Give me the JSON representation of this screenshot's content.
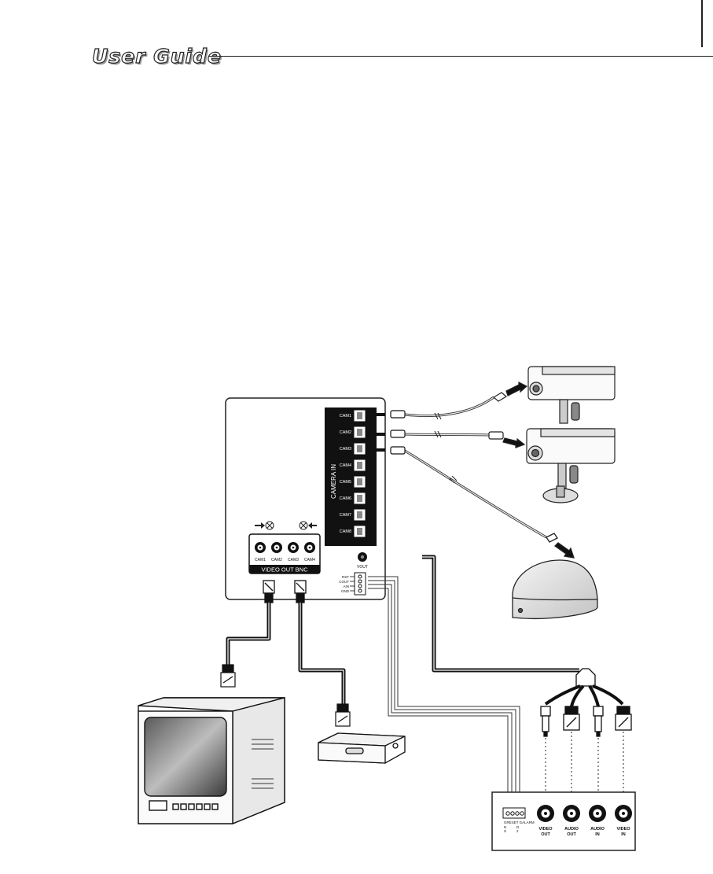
{
  "header": {
    "title": "User Guide"
  },
  "dvr_panel": {
    "cam_ports": [
      "CAM1",
      "CAM2",
      "CAM3",
      "CAM4",
      "CAM5",
      "CAM6",
      "CAM7",
      "CAM8"
    ],
    "camera_in_label": "CAMERA IN",
    "bnc_labels": [
      "CAM1",
      "CAM2",
      "CAM3",
      "CAM4"
    ],
    "video_out_bnc_label": "VIDEO OUT BNC",
    "vout_label": "VOUT",
    "terminal_labels": [
      "RST",
      "COUT",
      "AIN",
      "GND"
    ]
  },
  "vcr_panel": {
    "terminal_header": "GRESET GALARM",
    "terminal_sub": [
      "N",
      "S",
      "D",
      "2"
    ],
    "jacks": [
      {
        "line1": "VIDEO",
        "line2": "OUT"
      },
      {
        "line1": "AUDIO",
        "line2": "OUT"
      },
      {
        "line1": "AUDIO",
        "line2": "IN"
      },
      {
        "line1": "VIDEO",
        "line2": "IN"
      }
    ]
  }
}
